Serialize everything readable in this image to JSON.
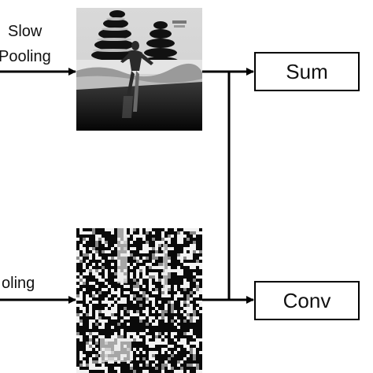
{
  "labels": {
    "slow_line1": "Slow",
    "slow_line2": "Pooling",
    "fast_partial": "oling"
  },
  "boxes": {
    "sum": "Sum",
    "conv": "Conv"
  },
  "colors": {
    "line": "#000000",
    "box_border": "#000000",
    "background": "#ffffff"
  }
}
